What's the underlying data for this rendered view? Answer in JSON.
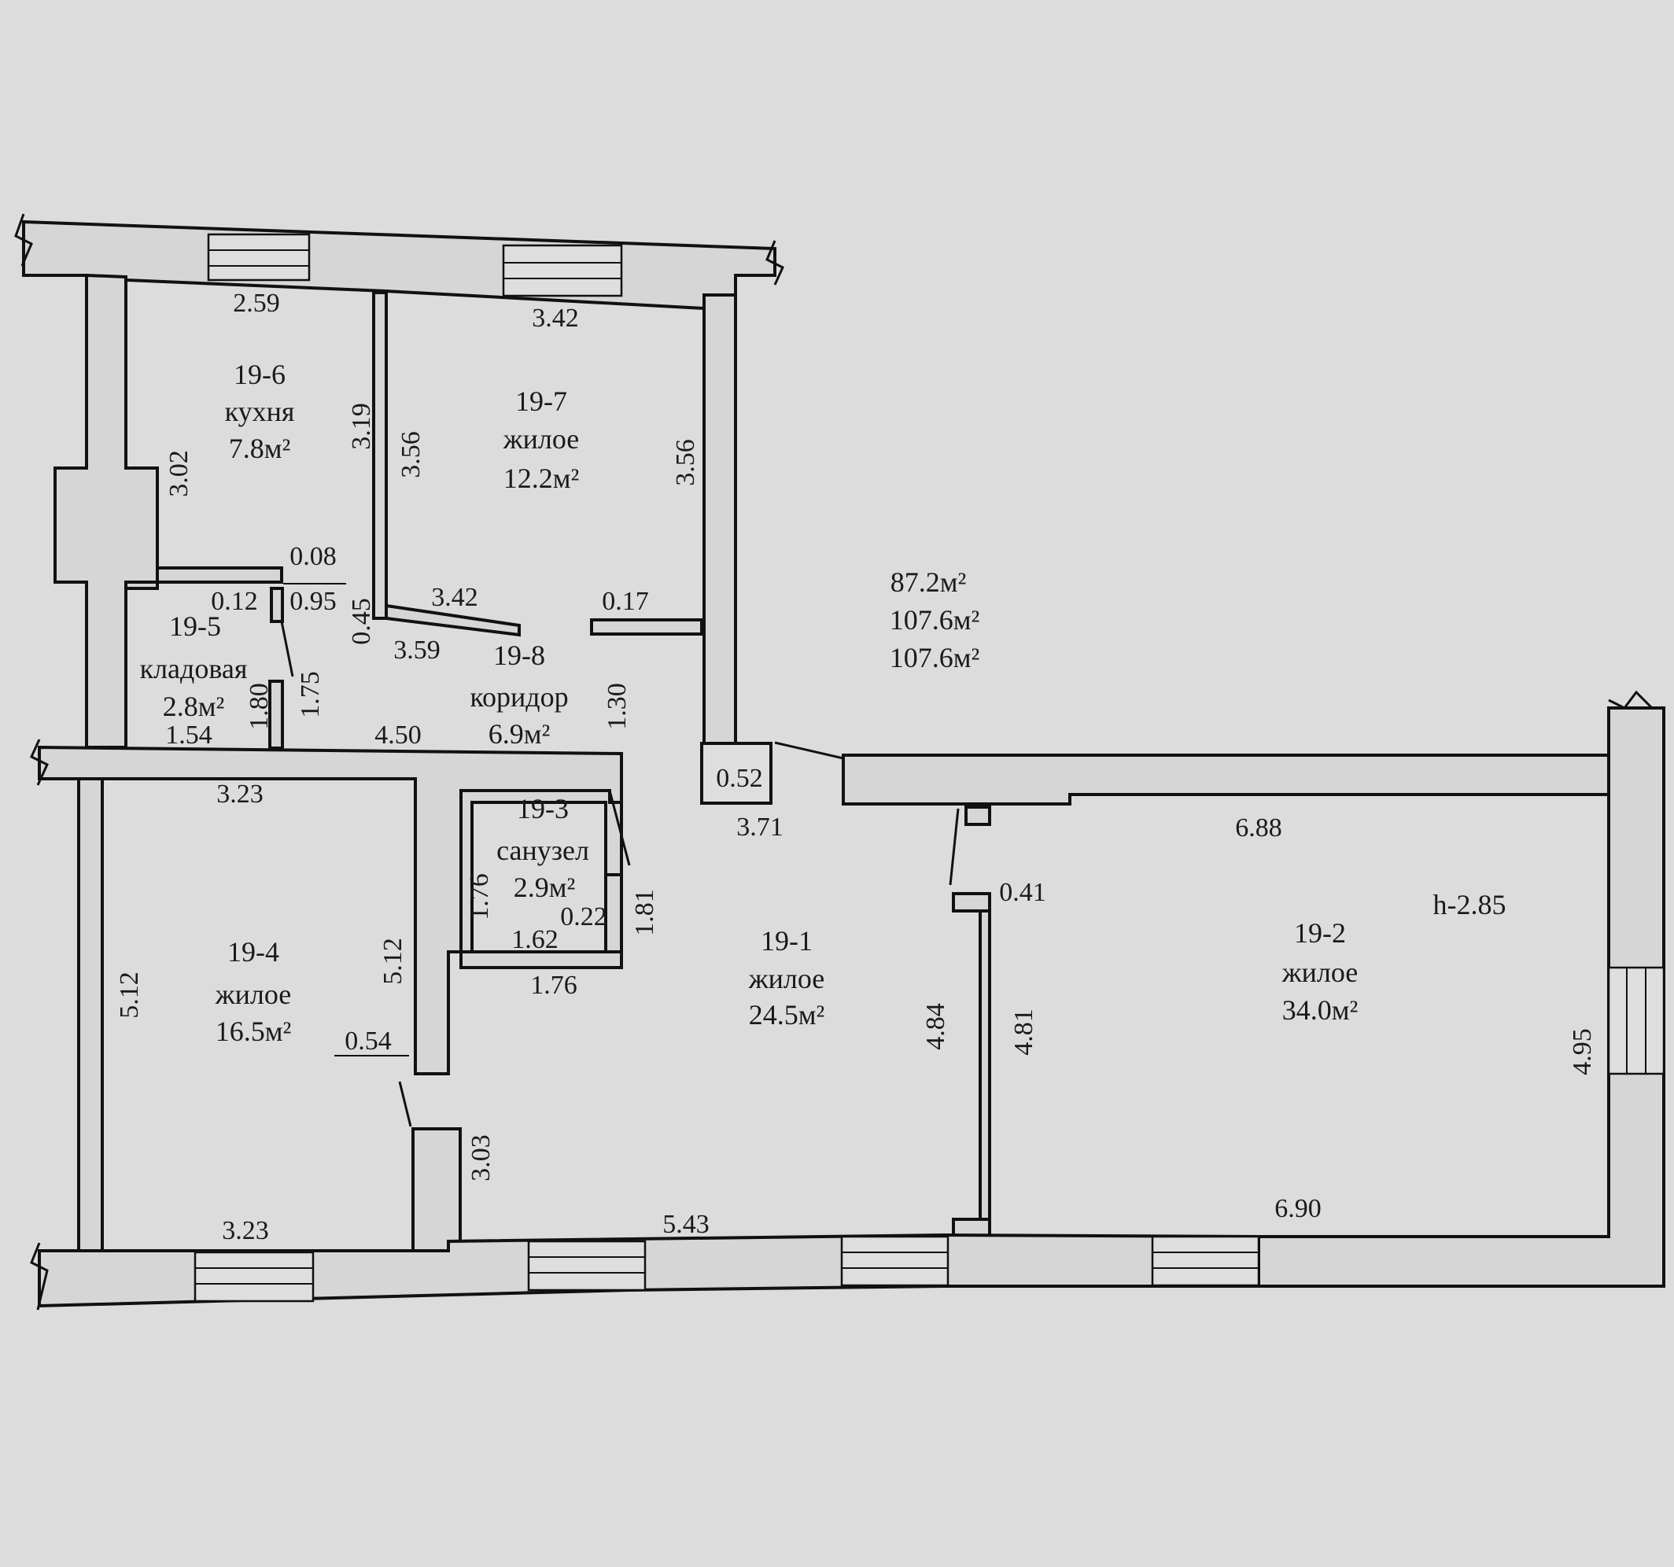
{
  "rooms": [
    {
      "id": "19-6",
      "name": "кухня",
      "area": "7.8м²"
    },
    {
      "id": "19-7",
      "name": "жилое",
      "area": "12.2м²"
    },
    {
      "id": "19-5",
      "name": "кладовая",
      "area": "2.8м²"
    },
    {
      "id": "19-8",
      "name": "коридор",
      "area": "6.9м²"
    },
    {
      "id": "19-3",
      "name": "санузел",
      "area": "2.9м²"
    },
    {
      "id": "19-4",
      "name": "жилое",
      "area": "16.5м²"
    },
    {
      "id": "19-1",
      "name": "жилое",
      "area": "24.5м²"
    },
    {
      "id": "19-2",
      "name": "жилое",
      "area": "34.0м²"
    }
  ],
  "totals": [
    "87.2м²",
    "107.6м²",
    "107.6м²"
  ],
  "ceiling_height": "h-2.85",
  "dimensions": {
    "kitchen_top": "2.59",
    "kitchen_left": "3.02",
    "kitchen_right": "3.19",
    "room7_top": "3.42",
    "room7_left": "3.56",
    "room7_right": "3.56",
    "room7_bottom": "3.42",
    "d_008": "0.08",
    "d_012": "0.12",
    "d_095": "0.95",
    "d_045": "0.45",
    "corridor_top": "3.59",
    "d_017": "0.17",
    "pantry_right": "1.75",
    "pantry_inner": "1.80",
    "pantry_bottom": "1.54",
    "corridor_bottom": "4.50",
    "corridor_right": "1.30",
    "column": "0.52",
    "room1_top": "3.71",
    "room4_top": "3.23",
    "room4_left": "5.12",
    "room4_right": "5.12",
    "d_054": "0.54",
    "room4_bottom": "3.23",
    "bath_left": "1.76",
    "bath_bottom_in": "1.62",
    "d_022": "0.22",
    "bath_right": "1.81",
    "bath_bottom_out": "1.76",
    "room1_lower_left": "3.03",
    "room1_bottom": "5.43",
    "room2_top": "6.88",
    "d_041": "0.41",
    "room1_right": "4.84",
    "room2_left": "4.81",
    "room2_right": "4.95",
    "room2_bottom": "6.90"
  }
}
